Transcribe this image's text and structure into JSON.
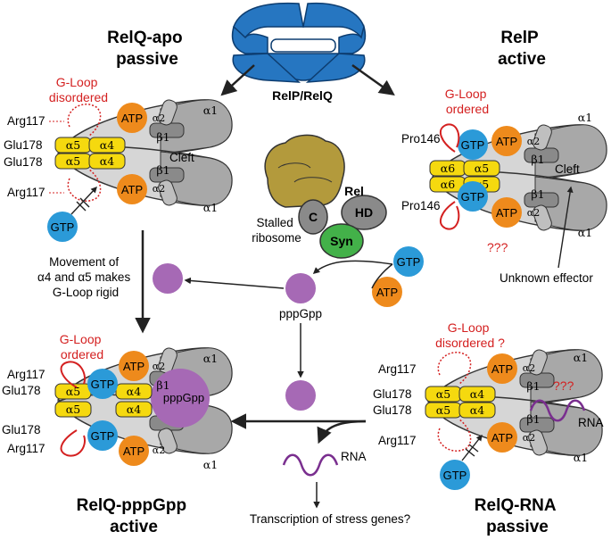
{
  "center": {
    "relp_relq_label": "RelP/RelQ",
    "rel_label": "Rel",
    "hd_label": "HD",
    "c_label": "C",
    "syn_label": "Syn",
    "stalled_ribosome_label": "Stalled ribosome",
    "gtp_label": "GTP",
    "atp_label": "ATP",
    "pppgpp_label": "pppGpp",
    "movement_text": "Movement of α4 and α5 makes G-Loop rigid",
    "rna_label": "RNA",
    "transcription_text": "Transcription of stress genes?"
  },
  "panels": {
    "relq_apo": {
      "title": "RelQ-apo passive",
      "gloop": "G-Loop disordered",
      "cleft": "Cleft",
      "residues": [
        "Arg117",
        "Glu178",
        "Glu178",
        "Arg117"
      ],
      "domains": [
        "α1",
        "α2",
        "β1",
        "α4",
        "α5"
      ],
      "nucleotides": [
        "ATP",
        "GTP"
      ]
    },
    "relp_active": {
      "title": "RelP active",
      "gloop": "G-Loop ordered",
      "cleft": "Cleft",
      "residues": [
        "Pro146",
        "Pro146"
      ],
      "domains": [
        "α1",
        "α2",
        "β1",
        "α5",
        "α6"
      ],
      "nucleotides": [
        "ATP",
        "GTP"
      ],
      "unknown_marks": "???",
      "unknown_effector": "Unknown effector"
    },
    "relq_pppgpp": {
      "title": "RelQ-pppGpp active",
      "gloop": "G-Loop ordered",
      "residues": [
        "Arg117",
        "Glu178",
        "Glu178",
        "Arg117"
      ],
      "domains": [
        "α1",
        "α2",
        "β1",
        "α4",
        "α5"
      ],
      "nucleotides": [
        "ATP",
        "GTP",
        "pppGpp"
      ]
    },
    "relq_rna": {
      "title": "RelQ-RNA passive",
      "gloop": "G-Loop disordered ?",
      "residues": [
        "Arg117",
        "Glu178",
        "Glu178",
        "Arg117"
      ],
      "domains": [
        "α1",
        "α2",
        "β1",
        "α4",
        "α5"
      ],
      "nucleotides": [
        "ATP",
        "GTP"
      ],
      "unknown_marks": "???",
      "rna_label": "RNA"
    }
  },
  "colors": {
    "yellow": "#f5d90f",
    "orange": "#ee8a1c",
    "blue": "#2b9ad8",
    "purple": "#a669b5",
    "gray_dark": "#8a8a8a",
    "gray_mid": "#a8a8a8",
    "gray_light": "#d6d6d6",
    "loop_red": "#d42020",
    "olive": "#b39a3c",
    "green": "#43b149",
    "protein_blue": "#2676c1"
  }
}
